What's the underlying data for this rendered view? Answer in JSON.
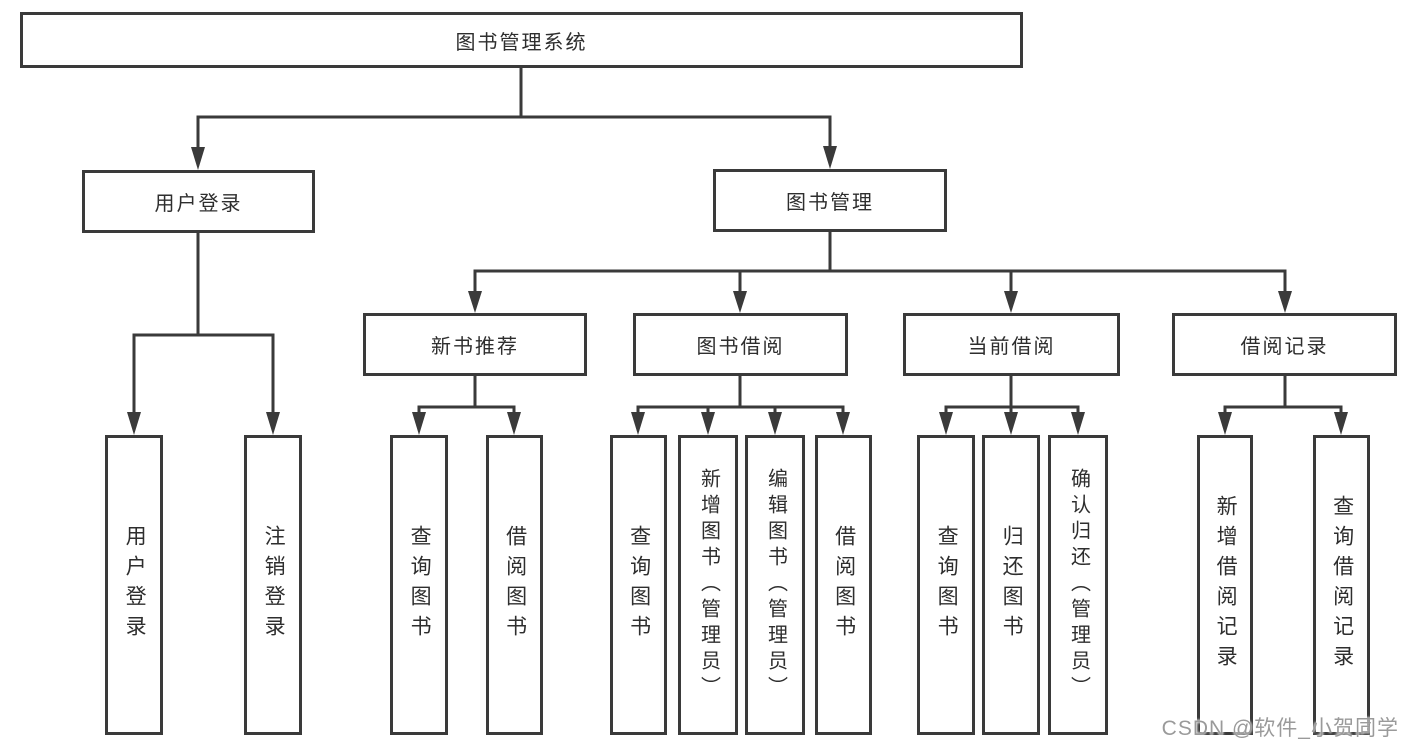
{
  "diagram": {
    "title": "图书管理系统",
    "root": {
      "label": "图书管理系统"
    },
    "level2": [
      {
        "label": "用户登录"
      },
      {
        "label": "图书管理"
      }
    ],
    "level3": [
      {
        "label": "新书推荐"
      },
      {
        "label": "图书借阅"
      },
      {
        "label": "当前借阅"
      },
      {
        "label": "借阅记录"
      }
    ],
    "leaves": {
      "user_login": [
        "用户登录",
        "注销登录"
      ],
      "new_book": [
        "查询图书",
        "借阅图书"
      ],
      "book_borrow": [
        "查询图书",
        "新增图书（管理员）",
        "编辑图书（管理员）",
        "借阅图书"
      ],
      "current_borrow": [
        "查询图书",
        "归还图书",
        "确认归还（管理员）"
      ],
      "borrow_record": [
        "新增借阅记录",
        "查询借阅记录"
      ]
    }
  },
  "watermark": "CSDN @软件_小贺同学",
  "colors": {
    "line": "#3a3a3a",
    "box_border": "#3a3a3a",
    "text": "#2e2e2e",
    "watermark_text": "#9a9a9a",
    "background": "#ffffff"
  }
}
